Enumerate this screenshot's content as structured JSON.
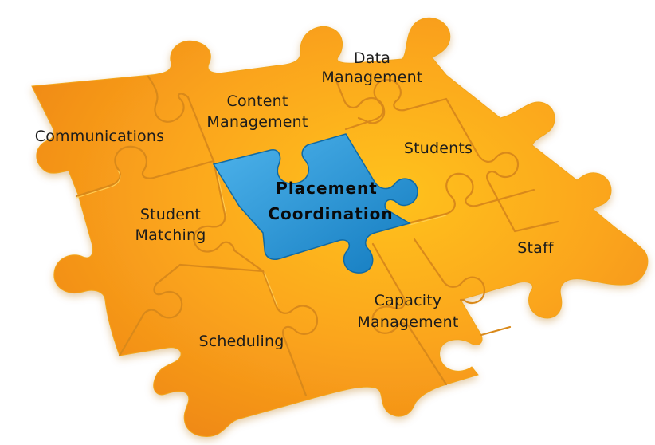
{
  "colors": {
    "puzzle_light": "#ffc21e",
    "puzzle_mid": "#fba51c",
    "puzzle_dark": "#f08a16",
    "center_light": "#4fb4ec",
    "center_dark": "#137bbf"
  },
  "center": {
    "line1": "Placement",
    "line2": "Coordination"
  },
  "pieces": [
    {
      "id": "data-management",
      "lines": [
        "Data",
        "Management"
      ]
    },
    {
      "id": "content-management",
      "lines": [
        "Content",
        "Management"
      ]
    },
    {
      "id": "communications",
      "lines": [
        "Communications"
      ]
    },
    {
      "id": "students",
      "lines": [
        "Students"
      ]
    },
    {
      "id": "student-matching",
      "lines": [
        "Student",
        "Matching"
      ]
    },
    {
      "id": "staff",
      "lines": [
        "Staff"
      ]
    },
    {
      "id": "capacity-management",
      "lines": [
        "Capacity",
        "Management"
      ]
    },
    {
      "id": "scheduling",
      "lines": [
        "Scheduling"
      ]
    }
  ]
}
